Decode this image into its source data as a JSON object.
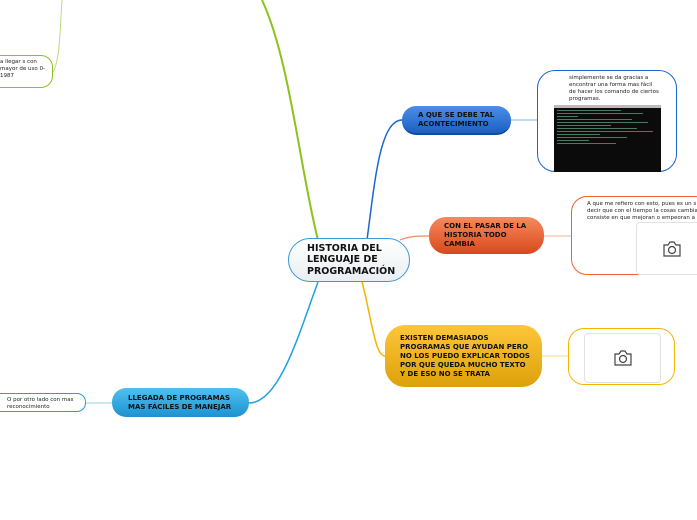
{
  "central": {
    "title": "HISTORIA DEL LENGUAJE DE PROGRAMACIÓN"
  },
  "branches": [
    {
      "label": "A QUE SE DEBE TAL ACONTECIMIENTO",
      "color": "#1a5fc4",
      "detail": "simplemente se da gracias a encontrar una forma mas fácil de hacer los comando de ciertos programas.",
      "image": "terminal-screenshot"
    },
    {
      "label": "CON EL PASAR DE LA HISTORIA TODO CAMBIA",
      "color": "#d8491c",
      "detail": "A que me refiero con esto, pues es un s decir que con el tiempo la cosas cambia consiste en que mejoran o empeoran a",
      "image": "camera-icon"
    },
    {
      "label": "EXISTEN DEMASIADOS PROGRAMAS QUE AYUDAN PERO NO LOS PUEDO EXPLICAR TODOS POR QUE QUEDA MUCHO TEXTO Y DE ESO NO SE TRATA",
      "color": "#dda10a",
      "image": "camera-icon"
    },
    {
      "label": "LLEGADA DE PROGRAMAS MAS FÁCILES DE MANEJAR",
      "color": "#1d92d0",
      "detail": "O por otro lado con mas reconocimiento"
    },
    {
      "color": "#8bc21c",
      "detail": "a llegar s con mayor de uso 0-1987"
    }
  ]
}
